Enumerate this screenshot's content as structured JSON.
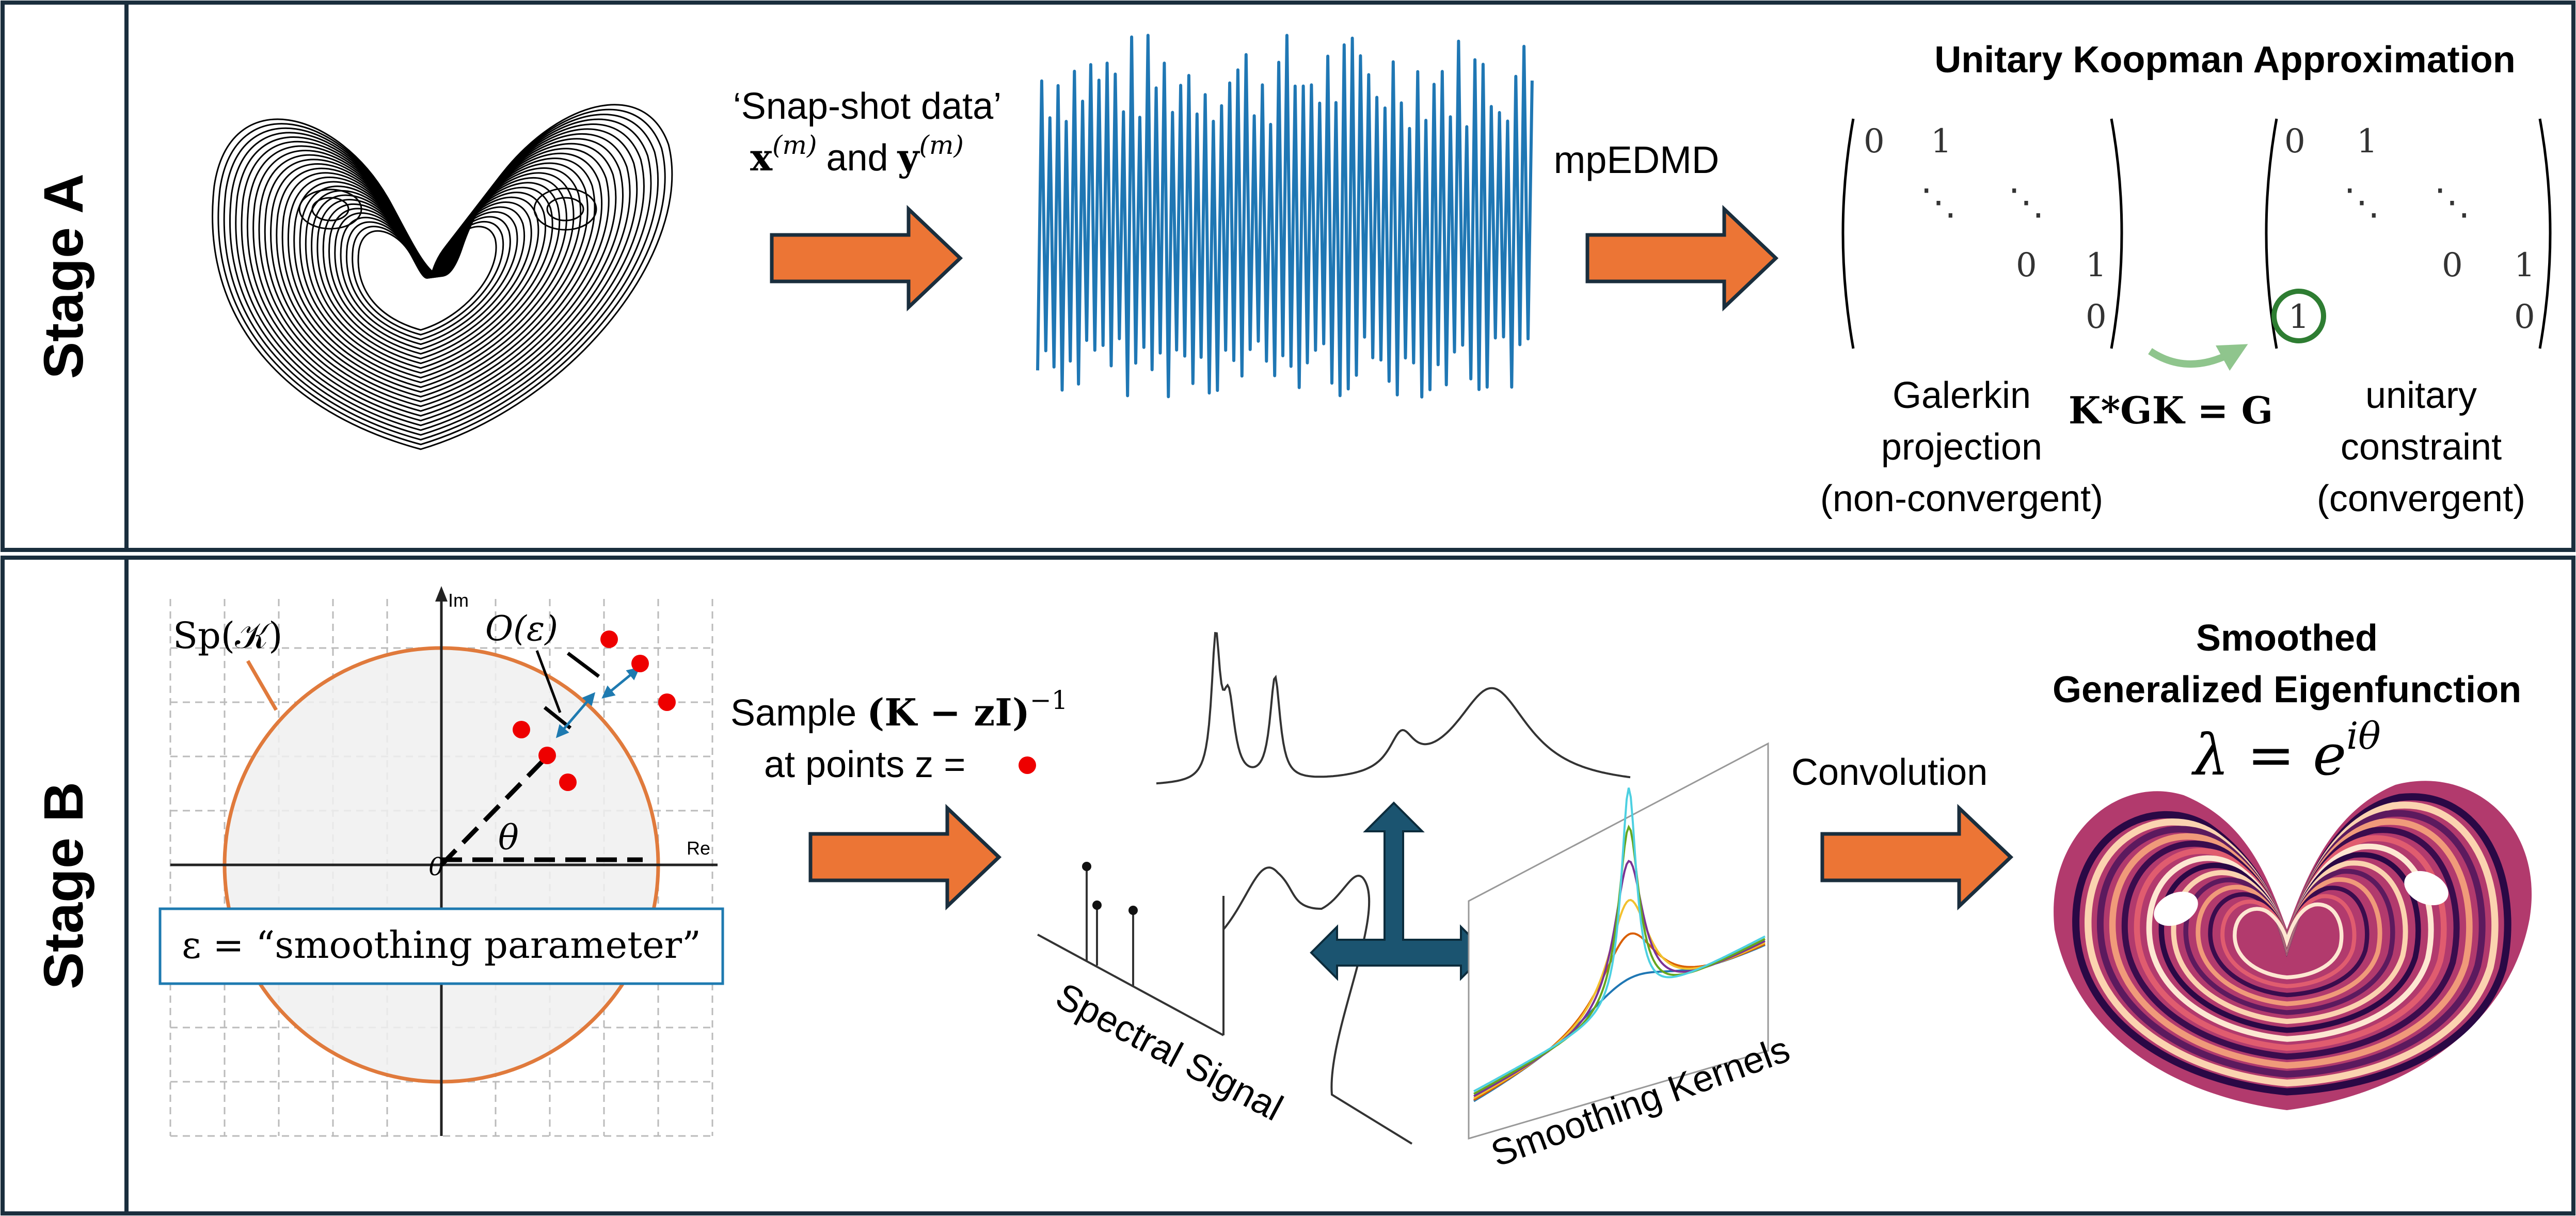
{
  "stages": {
    "a_label": "Stage A",
    "b_label": "Stage B"
  },
  "stage_a": {
    "snapshot_line1": "‘Snap-shot data’",
    "snapshot_x": "x",
    "snapshot_sup_m": "(m)",
    "snapshot_and": "and",
    "snapshot_y": "y",
    "method_label": "mpEDMD",
    "title": "Unitary Koopman Approximation",
    "matrix_left": {
      "r1c1": "0",
      "r1c2": "1",
      "r2c1": "⋱",
      "r2c2": "⋱",
      "r3c1": "0",
      "r3c2": "1",
      "r4c1": "0"
    },
    "matrix_right": {
      "r1c1": "0",
      "r1c2": "1",
      "r2c1": "⋱",
      "r2c2": "⋱",
      "r3c1": "0",
      "r3c2": "1",
      "r4c0": "1",
      "r4c1": "0"
    },
    "galerkin_lines": [
      "Galerkin",
      "projection",
      "(non-convergent)"
    ],
    "unitary_lines": [
      "unitary",
      "constraint",
      "(convergent)"
    ],
    "equation": "K*GK = G"
  },
  "stage_b": {
    "spectrum_label": "Sp(𝒦)",
    "order_label": "O(ε)",
    "axis_im": "Im",
    "axis_re": "Re",
    "origin": "0",
    "theta": "θ",
    "smoothing_box": "ε =  “smoothing parameter”",
    "sample_line1_a": "Sample ",
    "sample_line1_b": "(K − zI)",
    "sample_sup": "−1",
    "sample_line2": "at points z =",
    "spectral_signal": "Spectral Signal",
    "smoothing_kernels": "Smoothing Kernels",
    "convolution": "Convolution",
    "result_title": [
      "Smoothed",
      "Generalized Eigenfunction"
    ],
    "lambda_label": "λ = e",
    "lambda_sup": "iθ"
  },
  "colors": {
    "frame": "#1a2e3d",
    "arrow_fill": "#ec7535",
    "signal_blue": "#1f77b4",
    "circle_orange": "#e07a3c",
    "disk_fill": "#f0f0f0",
    "dot_red": "#ee0000",
    "green_ring": "#2e7d32",
    "green_arrow": "#8fc58d",
    "dark_teal": "#1b5470"
  }
}
